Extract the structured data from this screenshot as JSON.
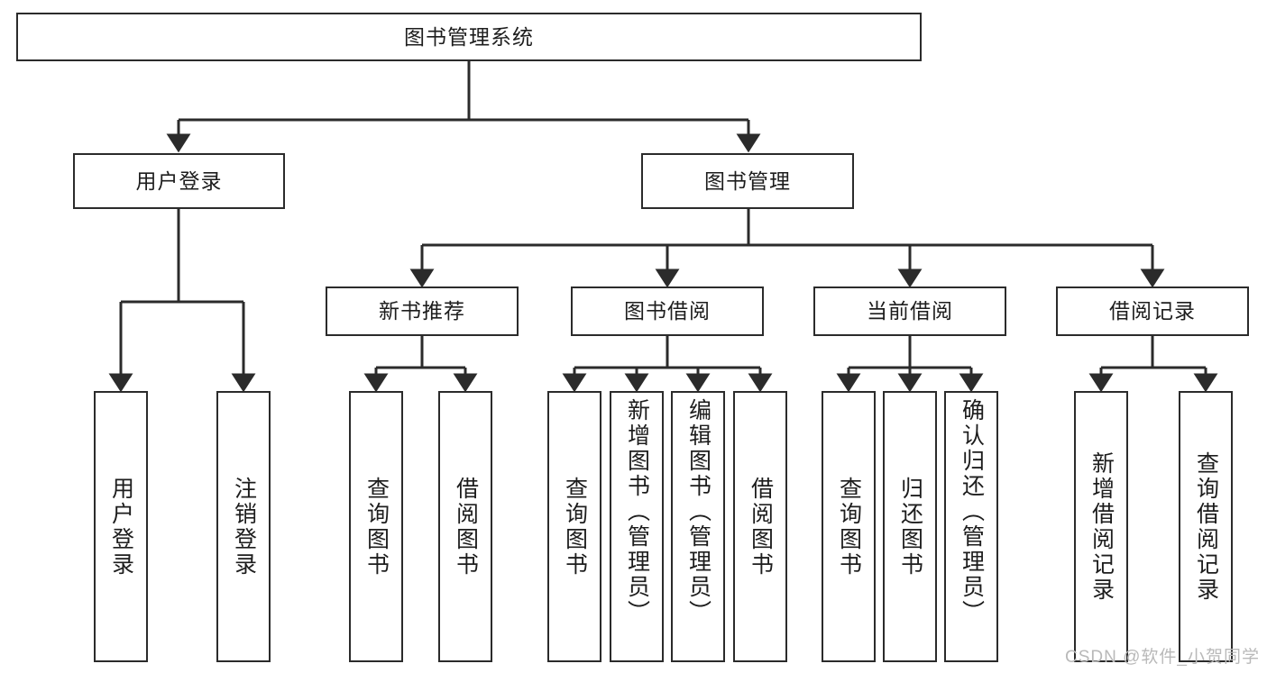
{
  "diagram": {
    "title": "图书管理系统",
    "type": "tree-hierarchy-chart",
    "colors": {
      "box_stroke": "#2b2b2b",
      "box_fill": "#ffffff",
      "text": "#1d1d1d",
      "edge": "#2b2b2b",
      "watermark": "#b9b9b9",
      "background": "#ffffff"
    },
    "watermark": "CSDN @软件_小贺同学"
  },
  "nodes": {
    "root": {
      "label": "图书管理系统"
    },
    "level2": [
      {
        "id": "user-login",
        "label": "用户登录"
      },
      {
        "id": "book-manage",
        "label": "图书管理"
      }
    ],
    "level3": [
      {
        "id": "new-book-recommend",
        "label": "新书推荐"
      },
      {
        "id": "book-borrow",
        "label": "图书借阅"
      },
      {
        "id": "current-borrow",
        "label": "当前借阅"
      },
      {
        "id": "borrow-record",
        "label": "借阅记录"
      }
    ],
    "leaves": [
      {
        "id": "leaf-user-login",
        "label": "用户登录",
        "parent": "user-login"
      },
      {
        "id": "leaf-logout-login",
        "label": "注销登录",
        "parent": "user-login"
      },
      {
        "id": "leaf-query-book-1",
        "label": "查询图书",
        "parent": "new-book-recommend"
      },
      {
        "id": "leaf-borrow-book-1",
        "label": "借阅图书",
        "parent": "new-book-recommend"
      },
      {
        "id": "leaf-query-book-2",
        "label": "查询图书",
        "parent": "book-borrow"
      },
      {
        "id": "leaf-add-book",
        "label": "新增图书（管理员）",
        "parent": "book-borrow"
      },
      {
        "id": "leaf-edit-book",
        "label": "编辑图书（管理员）",
        "parent": "book-borrow"
      },
      {
        "id": "leaf-borrow-book-2",
        "label": "借阅图书",
        "parent": "book-borrow"
      },
      {
        "id": "leaf-query-book-3",
        "label": "查询图书",
        "parent": "current-borrow"
      },
      {
        "id": "leaf-return-book",
        "label": "归还图书",
        "parent": "current-borrow"
      },
      {
        "id": "leaf-confirm-return",
        "label": "确认归还（管理员）",
        "parent": "current-borrow"
      },
      {
        "id": "leaf-add-borrow-record",
        "label": "新增借阅记录",
        "parent": "borrow-record"
      },
      {
        "id": "leaf-query-borrow-record",
        "label": "查询借阅记录",
        "parent": "borrow-record"
      }
    ]
  }
}
